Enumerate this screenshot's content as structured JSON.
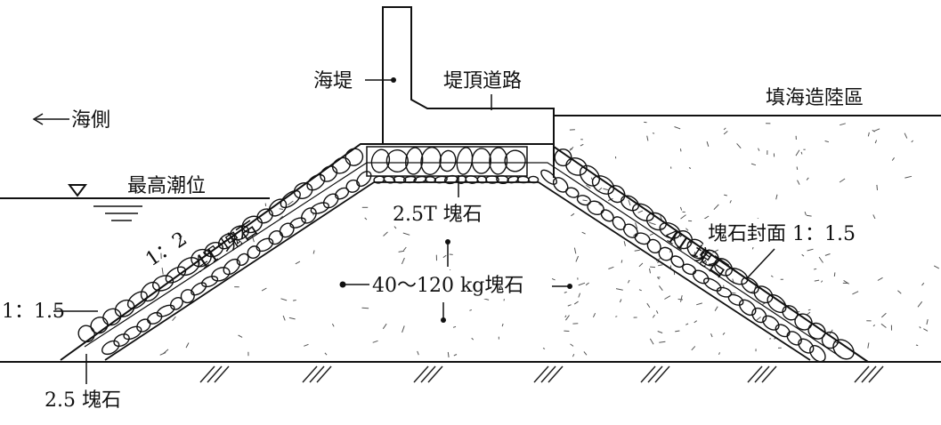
{
  "labels": {
    "seawall": "海堤",
    "crest_road": "堤頂道路",
    "reclamation_area": "填海造陸區",
    "sea_side": "海側",
    "highest_tide": "最高潮位",
    "armor_2_5t": "2.5T 塊石",
    "slope_left": "1：2",
    "armor_4t_left": "4T 塊石",
    "armor_4t_right": "4T 塊石",
    "core_stone": "40～120 kg塊石",
    "armor_facing": "塊石封面 1：1.5",
    "toe_slope": "1：1.5",
    "toe_stone": "2.5 塊石"
  },
  "colors": {
    "ink": "#111111",
    "paper": "#ffffff"
  }
}
